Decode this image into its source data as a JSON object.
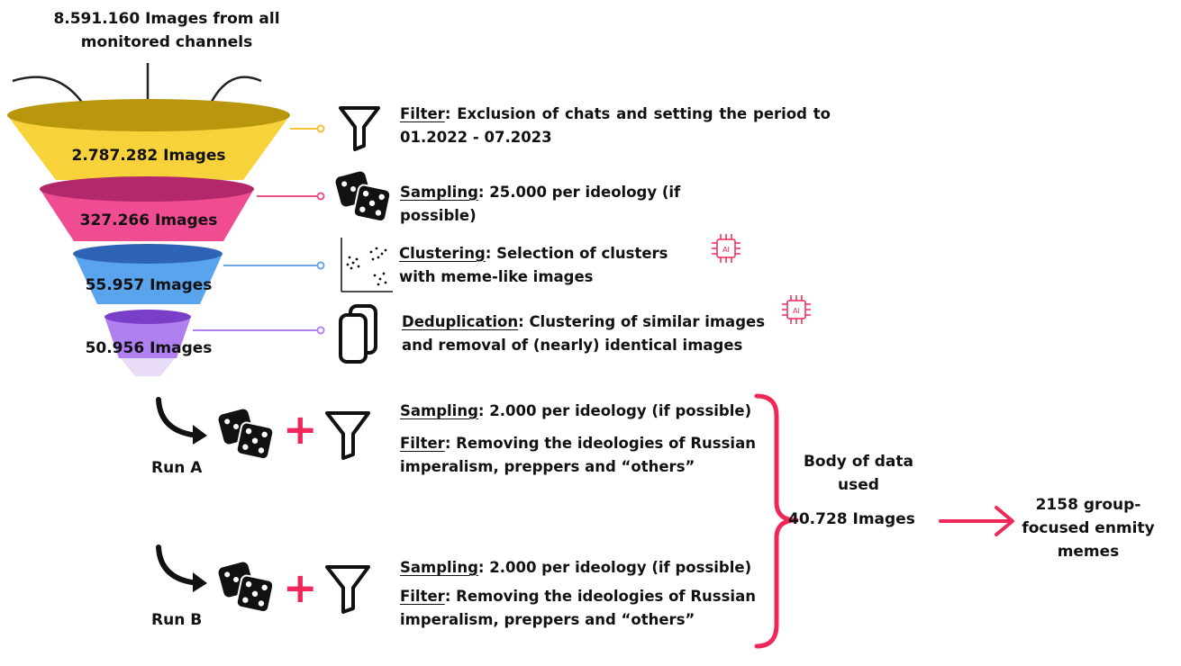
{
  "source": {
    "count_label": "8.591.160 Images from all monitored channels"
  },
  "funnel": {
    "layers": [
      {
        "label": "2.787.282 Images",
        "color": "#f7d23a",
        "top_color": "#b8960e"
      },
      {
        "label": "327.266 Images",
        "color": "#ef4c91",
        "top_color": "#b3286a"
      },
      {
        "label": "55.957 Images",
        "color": "#5aa4ee",
        "top_color": "#2f63b5"
      },
      {
        "label": "50.956 Images",
        "color": "#b07ff0",
        "top_color": "#7a3fc9"
      }
    ]
  },
  "steps": [
    {
      "title": "Filter",
      "text": ": Exclusion of chats and setting the period to 01.2022 - 07.2023",
      "icon": "funnel-filter-icon",
      "connector_color": "#f2c230"
    },
    {
      "title": "Sampling",
      "text": ": 25.000 per ideology (if possible)",
      "icon": "dice-icon",
      "connector_color": "#e8508e"
    },
    {
      "title": "Clustering",
      "text": ": Selection of clusters with meme-like images",
      "icon": "scatter-plot-icon",
      "connector_color": "#6aa3e6",
      "ai": true
    },
    {
      "title": "Deduplication",
      "text": ": Clustering of similar images and removal of (nearly) identical images",
      "icon": "duplicate-pages-icon",
      "connector_color": "#b07ff0",
      "ai": true
    }
  ],
  "runs": [
    {
      "label": "Run A",
      "sampling_title": "Sampling",
      "sampling_text": ": 2.000 per ideology (if possible)",
      "filter_title": "Filter",
      "filter_text": ": Removing the ideologies of Russian imperalism, preppers and “others”"
    },
    {
      "label": "Run B",
      "sampling_title": "Sampling",
      "sampling_text": ": 2.000 per ideology (if possible)",
      "filter_title": "Filter",
      "filter_text": ": Removing the ideologies of Russian imperalism, preppers and “others”"
    }
  ],
  "body_of_data": {
    "title": "Body of data used",
    "count": "40.728 Images"
  },
  "result": {
    "label": "2158 group-focused enmity memes"
  },
  "plus_sign": "+",
  "ai_badge": "AI",
  "colors": {
    "accent": "#f0285a",
    "text": "#111111"
  }
}
